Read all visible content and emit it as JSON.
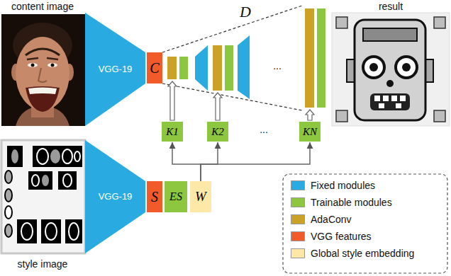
{
  "diagram": {
    "nodes": [
      {
        "text": [
          "VGG-19"
        ]
      },
      {
        "text": [
          "C"
        ]
      },
      {
        "text": [
          "K1"
        ]
      },
      {
        "text": [
          "K2"
        ]
      },
      {
        "text": [
          "KN"
        ]
      },
      {
        "text": [
          "VGG-19"
        ]
      },
      {
        "text": [
          "S"
        ]
      },
      {
        "text": [
          "ES"
        ]
      },
      {
        "text": [
          "W"
        ]
      }
    ],
    "edges": [
      {
        "from": 8,
        "to": 2,
        "arrow": "to"
      },
      {
        "from": 8,
        "to": 3,
        "arrow": "to"
      },
      {
        "from": 8,
        "to": 4,
        "arrow": "to"
      }
    ],
    "labels": [
      "content image",
      "result",
      "D",
      "...",
      "...",
      "style image"
    ],
    "legend": [
      {
        "text": "Fixed modules",
        "color": "#29abe2"
      },
      {
        "text": "Trainable modules",
        "color": "#8dc63f"
      },
      {
        "text": "AdaConv",
        "color": "#c9a227"
      },
      {
        "text": "VGG features",
        "color": "#f15a29"
      },
      {
        "text": "Global style embedding",
        "color": "#fde8a8"
      }
    ]
  }
}
